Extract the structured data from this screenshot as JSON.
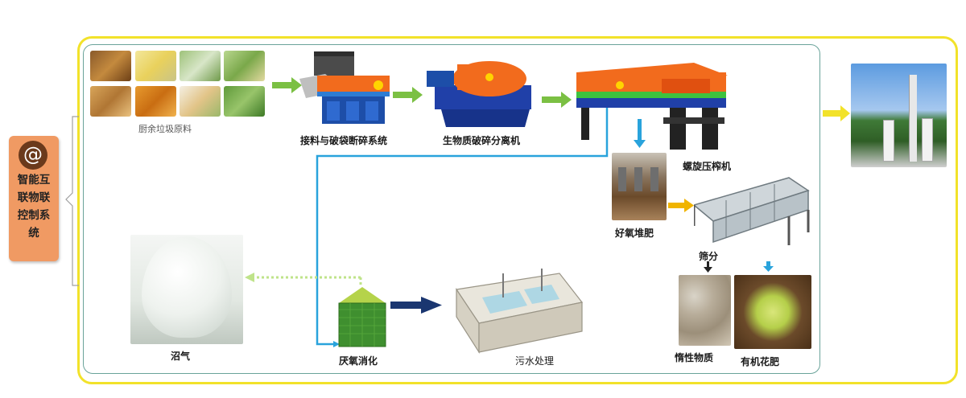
{
  "control_system": {
    "icon": "at-sign-icon",
    "label": "智能互联物联控制系统"
  },
  "stages": {
    "raw_material": "厨余垃圾原料",
    "shredder": "接料与破袋断碎系统",
    "separator": "生物质破碎分离机",
    "screw_press": "螺旋压榨机",
    "compost": "好氧堆肥",
    "screening": "筛分",
    "inert": "惰性物质",
    "fertilizer": "有机花肥",
    "anaerobic": "厌氧消化",
    "biogas": "沼气",
    "sewage": "污水处理"
  },
  "colors": {
    "outer_frame": "#f2e22a",
    "inner_frame": "#6aa39a",
    "green_arrow": "#7bc043",
    "blue_pipe": "#29a3dc",
    "navy_arrow": "#1a3670",
    "orange_arrow": "#f0b400",
    "control_panel": "#f09a63"
  }
}
